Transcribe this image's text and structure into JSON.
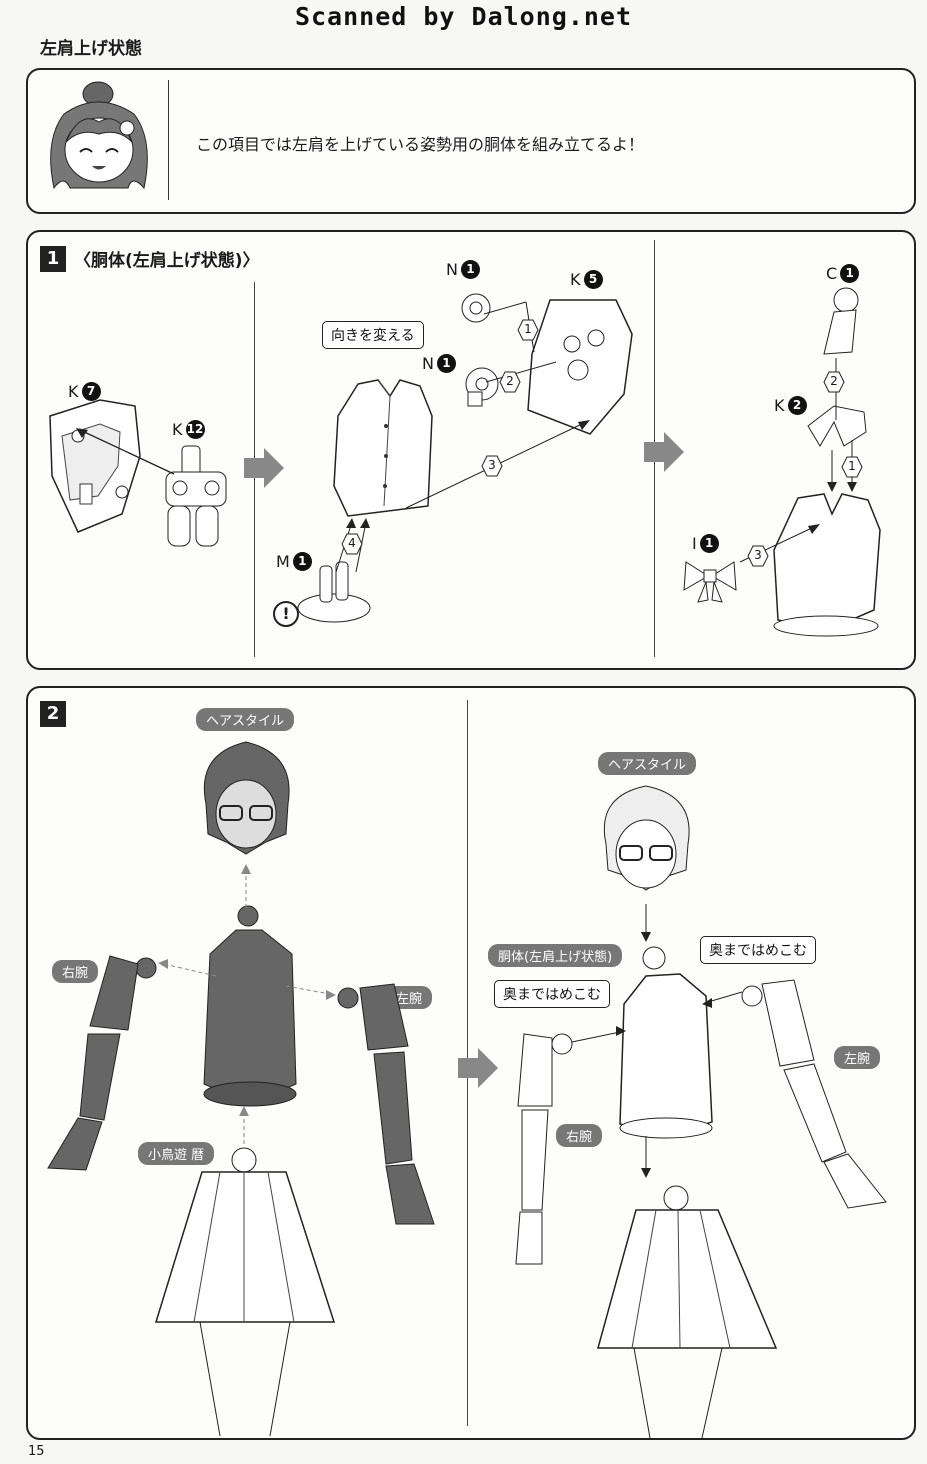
{
  "watermark": "Scanned by Dalong.net",
  "intro": {
    "title": "左肩上げ状態",
    "text": "この項目では左肩を上げている姿勢用の胴体を組み立てるよ！"
  },
  "step1": {
    "number": "1",
    "title": "〈胴体(左肩上げ状態)〉",
    "turn_note": "向きを変える",
    "parts": [
      {
        "letter": "K",
        "num": "7"
      },
      {
        "letter": "K",
        "num": "12"
      },
      {
        "letter": "N",
        "num": "1"
      },
      {
        "letter": "N",
        "num": "1"
      },
      {
        "letter": "K",
        "num": "5"
      },
      {
        "letter": "M",
        "num": "1"
      },
      {
        "letter": "C",
        "num": "1"
      },
      {
        "letter": "K",
        "num": "2"
      },
      {
        "letter": "I",
        "num": "1"
      }
    ],
    "order": [
      "1",
      "2",
      "3",
      "4",
      "2",
      "1",
      "3"
    ],
    "caution": "!"
  },
  "step2": {
    "number": "2",
    "left_labels": {
      "hair": "ヘアスタイル",
      "right_arm": "右腕",
      "left_arm": "左腕",
      "skirt": "小鳥遊 暦"
    },
    "right_labels": {
      "hair": "ヘアスタイル",
      "torso": "胴体(左肩上げ状態)",
      "push_left": "奥まではめこむ",
      "push_right": "奥まではめこむ",
      "right_arm": "右腕",
      "left_arm": "左腕"
    }
  },
  "page_number": "15"
}
